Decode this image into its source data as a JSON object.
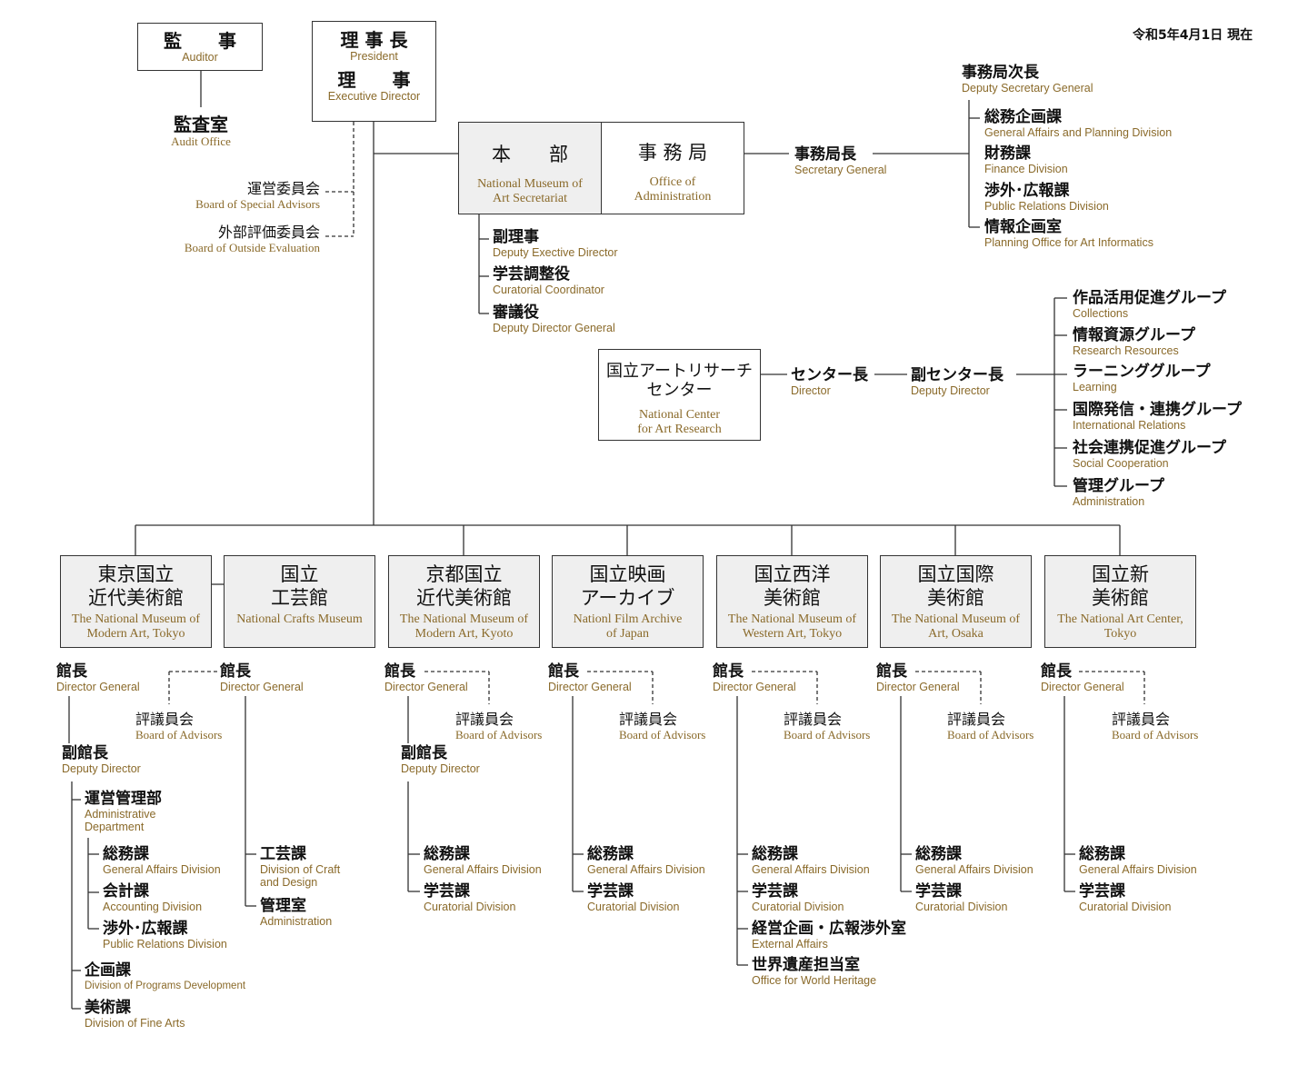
{
  "date": "令和5年4月1日 現在",
  "auditor": {
    "jp": "監　　事",
    "en": "Auditor"
  },
  "audit_office": {
    "jp": "監査室",
    "en": "Audit Office"
  },
  "president": {
    "jp1": "理 事 長",
    "en1": "President",
    "jp2": "理　　事",
    "en2": "Executive Director"
  },
  "boards_top": [
    {
      "jp": "運営委員会",
      "en": "Board of Special Advisors"
    },
    {
      "jp": "外部評価委員会",
      "en": "Board of Outside Evaluation"
    }
  ],
  "honbu": {
    "jp": "本　　部",
    "en": "National Museum of Art Secretariat"
  },
  "jimukyoku": {
    "jp": "事 務 局",
    "en": "Office of Administration"
  },
  "secretary_general": {
    "jp": "事務局長",
    "en": "Secretary General"
  },
  "deputy_secretary_general": {
    "jp": "事務局次長",
    "en": "Deputy Secretary General"
  },
  "secretariat_divisions": [
    {
      "jp": "総務企画課",
      "en": "General Affairs and Planning Division"
    },
    {
      "jp": "財務課",
      "en": "Finance Division"
    },
    {
      "jp": "渉外･広報課",
      "en": "Public Relations Division"
    },
    {
      "jp": "情報企画室",
      "en": "Planning Office for Art Informatics"
    }
  ],
  "honbu_roles": [
    {
      "jp": "副理事",
      "en": "Deputy Exective Director"
    },
    {
      "jp": "学芸調整役",
      "en": "Curatorial Coordinator"
    },
    {
      "jp": "審議役",
      "en": "Deputy Director General"
    }
  ],
  "ncar": {
    "jp1": "国立アートリサーチ",
    "jp2": "センター",
    "en1": "National Center",
    "en2": "for Art Research"
  },
  "ncar_director": {
    "jp": "センター長",
    "en": "Director"
  },
  "ncar_deputy": {
    "jp": "副センター長",
    "en": "Deputy Director"
  },
  "ncar_groups": [
    {
      "jp": "作品活用促進グループ",
      "en": "Collections"
    },
    {
      "jp": "情報資源グループ",
      "en": "Research Resources"
    },
    {
      "jp": "ラーニンググループ",
      "en": "Learning"
    },
    {
      "jp": "国際発信・連携グループ",
      "en": "International Relations"
    },
    {
      "jp": "社会連携促進グループ",
      "en": "Social Cooperation"
    },
    {
      "jp": "管理グループ",
      "en": "Administration"
    }
  ],
  "museums": [
    {
      "jp1": "東京国立",
      "jp2": "近代美術館",
      "en1": "The National Museum of",
      "en2": "Modern Art, Tokyo"
    },
    {
      "jp1": "国立",
      "jp2": "工芸館",
      "en1": "National Crafts Museum",
      "en2": ""
    },
    {
      "jp1": "京都国立",
      "jp2": "近代美術館",
      "en1": "The National Museum of",
      "en2": "Modern Art, Kyoto"
    },
    {
      "jp1": "国立映画",
      "jp2": "アーカイブ",
      "en1": "Nationl Film Archive",
      "en2": "of Japan"
    },
    {
      "jp1": "国立西洋",
      "jp2": "美術館",
      "en1": "The National Museum of",
      "en2": "Western Art, Tokyo"
    },
    {
      "jp1": "国立国際",
      "jp2": "美術館",
      "en1": "The National Museum of",
      "en2": "Art, Osaka"
    },
    {
      "jp1": "国立新",
      "jp2": "美術館",
      "en1": "The National Art Center,",
      "en2": "Tokyo"
    }
  ],
  "director_general": {
    "jp": "館長",
    "en": "Director General"
  },
  "board_of_advisors": {
    "jp": "評議員会",
    "en": "Board of Advisors"
  },
  "deputy_director": {
    "jp": "副館長",
    "en": "Deputy Director"
  },
  "tokyo_units": {
    "admin_dept": {
      "jp": "運営管理部",
      "en1": "Administrative",
      "en2": "Department"
    },
    "admin_divs": [
      {
        "jp": "総務課",
        "en": "General Affairs Division"
      },
      {
        "jp": "会計課",
        "en": "Accounting Division"
      },
      {
        "jp": "渉外･広報課",
        "en": "Public Relations Division"
      }
    ],
    "programs": {
      "jp": "企画課",
      "en": "Division of Programs Development"
    },
    "fine_arts": {
      "jp": "美術課",
      "en": "Division of Fine Arts"
    }
  },
  "crafts_units": {
    "craft": {
      "jp": "工芸課",
      "en1": "Division of Craft",
      "en2": "and Design"
    },
    "admin": {
      "jp": "管理室",
      "en": "Administration"
    }
  },
  "general_affairs": {
    "jp": "総務課",
    "en": "General Affairs Division"
  },
  "curatorial": {
    "jp": "学芸課",
    "en": "Curatorial Division"
  },
  "western_extra": [
    {
      "jp": "経営企画・広報渉外室",
      "en": "External Affairs"
    },
    {
      "jp": "世界遺産担当室",
      "en": "Office for World Heritage"
    }
  ],
  "colors": {
    "line": "#333333",
    "accent": "#8a6a2a",
    "box_fill": "#efefef"
  }
}
